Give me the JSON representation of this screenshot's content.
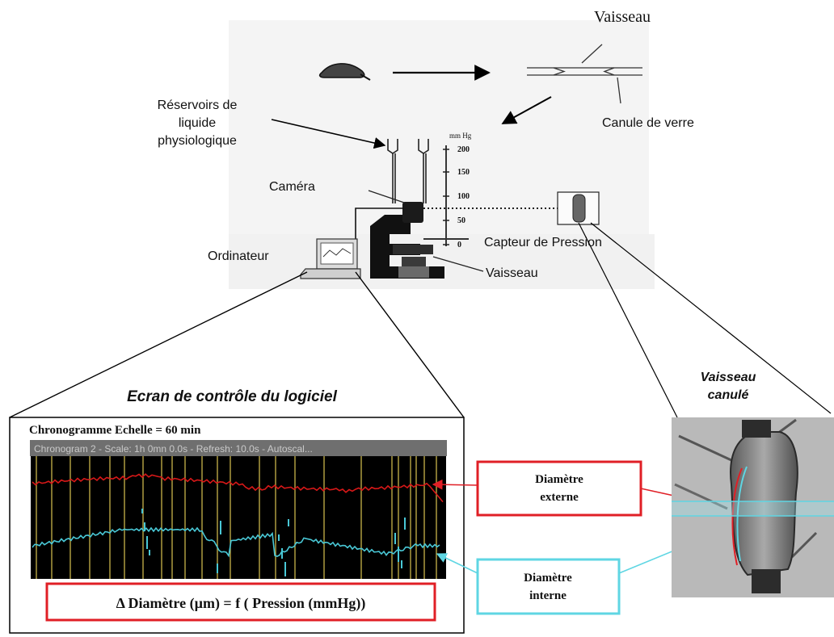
{
  "labels": {
    "vaisseau_top": "Vaisseau",
    "canule": "Canule de verre",
    "reservoirs": [
      "Réservoirs de",
      "liquide",
      "physiologique"
    ],
    "camera": "Caméra",
    "capteur": "Capteur de Pression",
    "ordinateur": "Ordinateur",
    "vaisseau_mid": "Vaisseau",
    "mmhg": "mm Hg",
    "scale_ticks": [
      "200",
      "150",
      "100",
      "50",
      "0"
    ],
    "ecran_title": "Ecran de contrôle du logiciel",
    "vessel_photo_title": [
      "Vaisseau",
      "canulé"
    ]
  },
  "chronogram": {
    "heading": "Chronogramme  Echelle = 60 min",
    "window_title": "Chronogram 2 - Scale: 1h 0mn 0.0s - Refresh: 10.0s - Autoscal..."
  },
  "callouts": {
    "externe": [
      "Diamètre",
      "externe"
    ],
    "interne": [
      "Diamètre",
      "interne"
    ],
    "formula": "Δ Diamètre  (µm) = f ( Pression (mmHg))"
  },
  "colors": {
    "red": "#e01f26",
    "cyan": "#5fd6e3",
    "trace_red": "#d81818",
    "trace_cyan": "#49c8d6",
    "gridline": "#c9b44a",
    "screen_bg": "#000000",
    "setup_bg": "#f4f4f4"
  }
}
